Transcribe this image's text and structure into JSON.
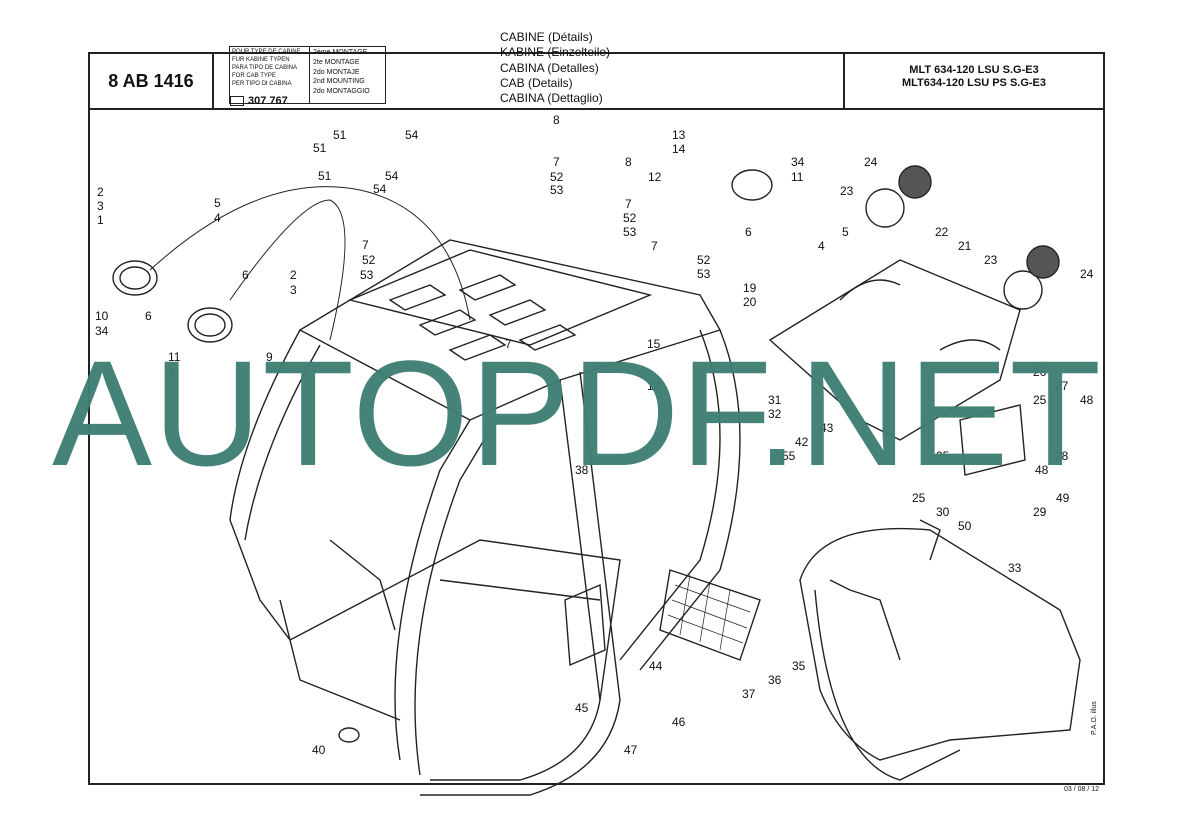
{
  "header": {
    "code": "8 AB 1416",
    "type_lines": [
      "POUR TYPE DE CABINE",
      "FUR KABINE TYPEN",
      "PARA TIPO DE CABINA",
      "FOR CAB TYPE",
      "PER TIPO DI CABINA"
    ],
    "mount_lines": [
      "2ème MONTAGE",
      "2te MONTAGE",
      "2do MONTAJE",
      "2nd MOUNTING",
      "2do MONTAGGIO"
    ],
    "ref": "307 767",
    "titles": [
      "CABINE (Détails)",
      "KABINE (Einzelteile)",
      "CABINA (Detalles)",
      "CAB (Details)",
      "CABINA (Dettaglio)"
    ],
    "models": [
      "MLT 634-120 LSU S.G-E3",
      "MLT634-120 LSU PS S.G-E3"
    ]
  },
  "footer": {
    "side_note": "P.A.O. illus",
    "date": "03 / 08 / 12"
  },
  "watermark": "AUTOPDF.NET",
  "callouts": [
    "1",
    "2",
    "3",
    "4",
    "5",
    "6",
    "7",
    "8",
    "9",
    "10",
    "11",
    "12",
    "13",
    "14",
    "15",
    "18",
    "19",
    "20",
    "21",
    "22",
    "23",
    "24",
    "25",
    "26",
    "27",
    "28",
    "29",
    "30",
    "31",
    "32",
    "33",
    "34",
    "35",
    "36",
    "37",
    "38",
    "40",
    "42",
    "43",
    "44",
    "45",
    "46",
    "47",
    "48",
    "49",
    "50",
    "51",
    "52",
    "53",
    "54",
    "55"
  ]
}
